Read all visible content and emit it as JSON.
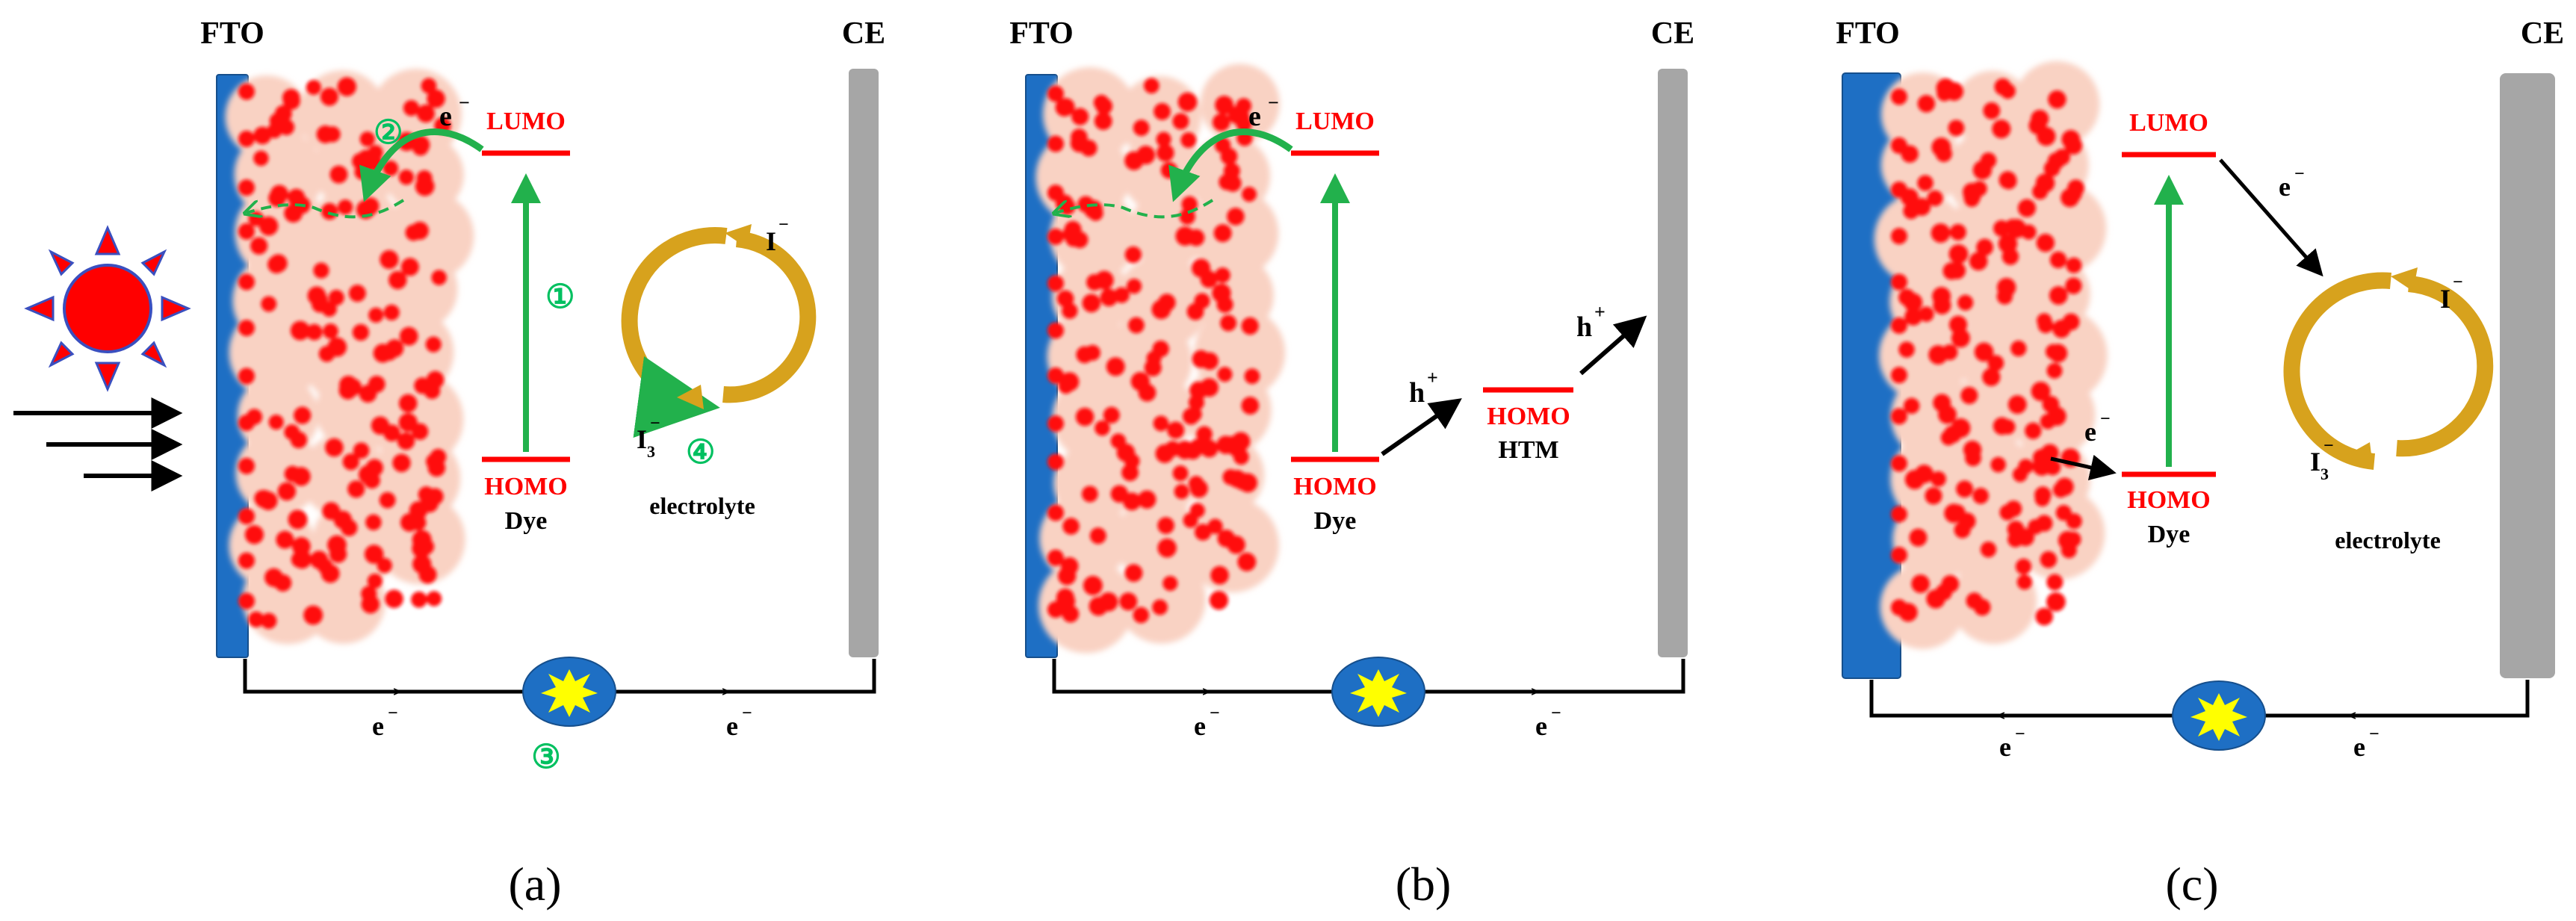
{
  "panels": [
    {
      "id": "a",
      "caption": "(a)",
      "fto": "FTO",
      "ce": "CE",
      "lumo": "LUMO",
      "homo": "HOMO",
      "dye": "Dye",
      "electron": "e",
      "iodide": "I",
      "triiodide": "I",
      "triiodide_sub": "3",
      "electrolyte": "electrolyte",
      "steps": [
        "①",
        "②",
        "③",
        "④"
      ]
    },
    {
      "id": "b",
      "caption": "(b)",
      "fto": "FTO",
      "ce": "CE",
      "lumo": "LUMO",
      "homo": "HOMO",
      "dye": "Dye",
      "electron": "e",
      "htm_homo": "HOMO",
      "htm": "HTM",
      "hole": "h"
    },
    {
      "id": "c",
      "caption": "(c)",
      "fto": "FTO",
      "ce": "CE",
      "lumo": "LUMO",
      "homo": "HOMO",
      "dye": "Dye",
      "electron": "e",
      "iodide": "I",
      "triiodide": "I",
      "triiodide_sub": "3",
      "electrolyte": "electrolyte"
    }
  ],
  "colors": {
    "fto": "#1e6fc4",
    "ce": "#a6a6a6",
    "level": "#ff0000",
    "level_text": "#ff0000",
    "excitation": "#22b14c",
    "step_label": "#00c060",
    "redox": "#d7a21d",
    "sun": "#ff0000",
    "particle": "#f9d2c3",
    "dot": "#ff1010",
    "load_fill": "#1e6fc4",
    "load_spark": "#ffff00"
  },
  "icons": [
    "sun-icon",
    "light-arrow-icon",
    "load-icon",
    "redox-cycle-icon"
  ]
}
